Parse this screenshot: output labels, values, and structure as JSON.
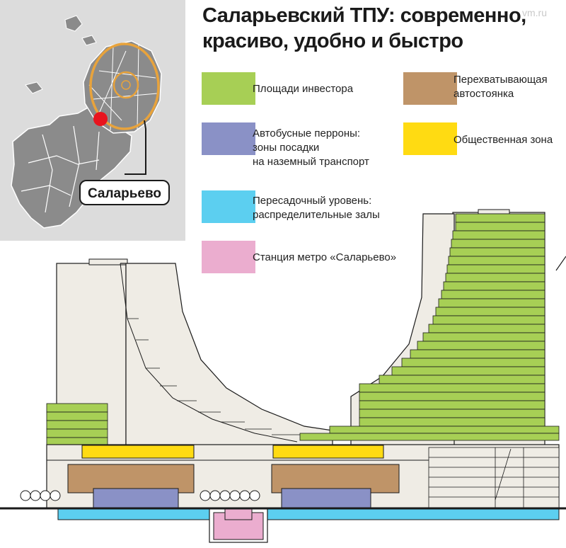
{
  "title": "Саларьевский ТПУ: современно, красиво, удобно и быстро",
  "watermark": "vm.ru",
  "map": {
    "label": "Саларьево",
    "marker_color": "#e8141e",
    "ring_color": "#e8a33c"
  },
  "legend": [
    {
      "id": "investor",
      "label": "Площади инвестора",
      "color": "#a7cf55"
    },
    {
      "id": "parking",
      "label": "Перехватывающая\nавтостоянка",
      "color": "#bf9468"
    },
    {
      "id": "bus",
      "label": "Автобусные перроны:\nзоны посадки\nна наземный транспорт",
      "color": "#8a91c6"
    },
    {
      "id": "public",
      "label": "Общественная зона",
      "color": "#ffdb12"
    },
    {
      "id": "transfer",
      "label": "Пересадочный уровень:\nраспределительные залы",
      "color": "#5ccff0"
    },
    {
      "id": "metro",
      "label": "Станция метро «Саларьево»",
      "color": "#ebadcf"
    }
  ]
}
